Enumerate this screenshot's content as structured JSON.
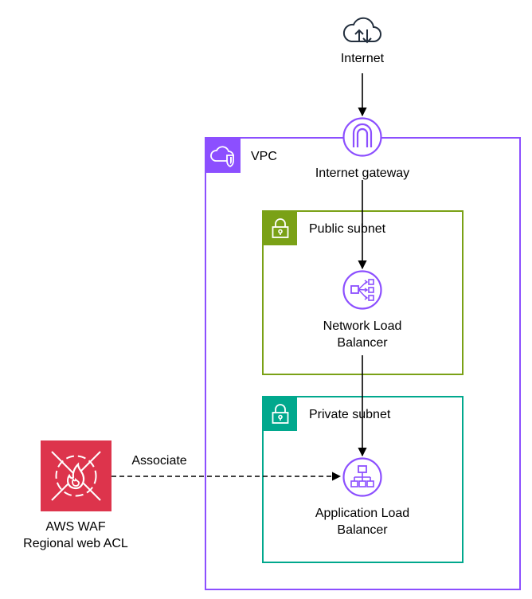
{
  "nodes": {
    "internet": {
      "label": "Internet",
      "icon": "cloud-upload-download-icon"
    },
    "internet_gateway": {
      "label": "Internet gateway",
      "icon": "internet-gateway-icon"
    },
    "nlb": {
      "label_line1": "Network Load",
      "label_line2": "Balancer",
      "icon": "network-load-balancer-icon"
    },
    "alb": {
      "label_line1": "Application Load",
      "label_line2": "Balancer",
      "icon": "application-load-balancer-icon"
    },
    "waf": {
      "label_line1": "AWS WAF",
      "label_line2": "Regional web ACL",
      "icon": "waf-icon"
    }
  },
  "groups": {
    "vpc": {
      "label": "VPC",
      "color": "#8C4FFF"
    },
    "public_subnet": {
      "label": "Public subnet",
      "color": "#7AA116"
    },
    "private_subnet": {
      "label": "Private subnet",
      "color": "#01A88D"
    }
  },
  "edges": {
    "associate": {
      "label": "Associate",
      "style": "dashed"
    }
  },
  "colors": {
    "service_purple": "#8C4FFF",
    "waf_red": "#DD344C"
  }
}
